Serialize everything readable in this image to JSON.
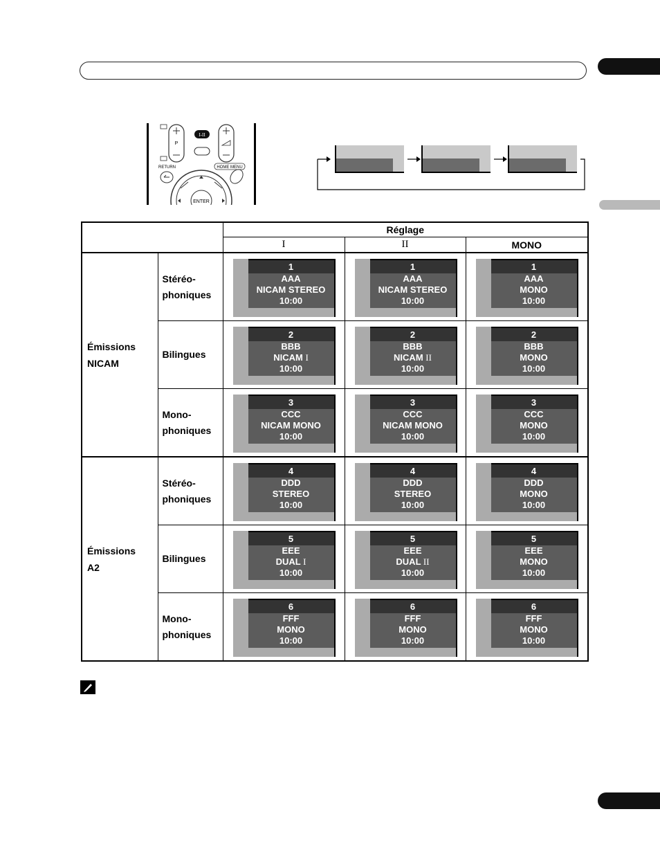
{
  "remote": {
    "label_p": "P",
    "button_dual": "I-II",
    "label_return": "RETURN",
    "label_home_menu": "HOME MENU",
    "label_enter": "ENTER"
  },
  "table": {
    "header_reglage": "Réglage",
    "columns": [
      {
        "label": "I",
        "style": "roman"
      },
      {
        "label": "II",
        "style": "roman"
      },
      {
        "label": "MONO",
        "style": "bold"
      }
    ],
    "groups": [
      {
        "label": [
          "Émissions",
          "NICAM"
        ],
        "rows": [
          {
            "type": [
              "Stéréo-",
              "phoniques"
            ],
            "screens": [
              {
                "ch": "1",
                "name": "AAA",
                "mode": "NICAM STEREO",
                "time": "10:00"
              },
              {
                "ch": "1",
                "name": "AAA",
                "mode": "NICAM STEREO",
                "time": "10:00"
              },
              {
                "ch": "1",
                "name": "AAA",
                "mode": "MONO",
                "time": "10:00"
              }
            ]
          },
          {
            "type": [
              "Bilingues"
            ],
            "screens": [
              {
                "ch": "2",
                "name": "BBB",
                "mode": "NICAM",
                "roman": "I",
                "time": "10:00"
              },
              {
                "ch": "2",
                "name": "BBB",
                "mode": "NICAM",
                "roman": "II",
                "time": "10:00"
              },
              {
                "ch": "2",
                "name": "BBB",
                "mode": "MONO",
                "time": "10:00"
              }
            ]
          },
          {
            "type": [
              "Mono-",
              "phoniques"
            ],
            "screens": [
              {
                "ch": "3",
                "name": "CCC",
                "mode": "NICAM MONO",
                "time": "10:00"
              },
              {
                "ch": "3",
                "name": "CCC",
                "mode": "NICAM MONO",
                "time": "10:00"
              },
              {
                "ch": "3",
                "name": "CCC",
                "mode": "MONO",
                "time": "10:00"
              }
            ]
          }
        ]
      },
      {
        "label": [
          "Émissions",
          "A2"
        ],
        "rows": [
          {
            "type": [
              "Stéréo-",
              "phoniques"
            ],
            "screens": [
              {
                "ch": "4",
                "name": "DDD",
                "mode": "STEREO",
                "time": "10:00"
              },
              {
                "ch": "4",
                "name": "DDD",
                "mode": "STEREO",
                "time": "10:00"
              },
              {
                "ch": "4",
                "name": "DDD",
                "mode": "MONO",
                "time": "10:00"
              }
            ]
          },
          {
            "type": [
              "Bilingues"
            ],
            "screens": [
              {
                "ch": "5",
                "name": "EEE",
                "mode": "DUAL",
                "roman": "I",
                "time": "10:00"
              },
              {
                "ch": "5",
                "name": "EEE",
                "mode": "DUAL",
                "roman": "II",
                "time": "10:00"
              },
              {
                "ch": "5",
                "name": "EEE",
                "mode": "MONO",
                "time": "10:00"
              }
            ]
          },
          {
            "type": [
              "Mono-",
              "phoniques"
            ],
            "screens": [
              {
                "ch": "6",
                "name": "FFF",
                "mode": "MONO",
                "time": "10:00"
              },
              {
                "ch": "6",
                "name": "FFF",
                "mode": "MONO",
                "time": "10:00"
              },
              {
                "ch": "6",
                "name": "FFF",
                "mode": "MONO",
                "time": "10:00"
              }
            ]
          }
        ]
      }
    ]
  },
  "note": {
    "icon": "note-pencil-icon"
  }
}
